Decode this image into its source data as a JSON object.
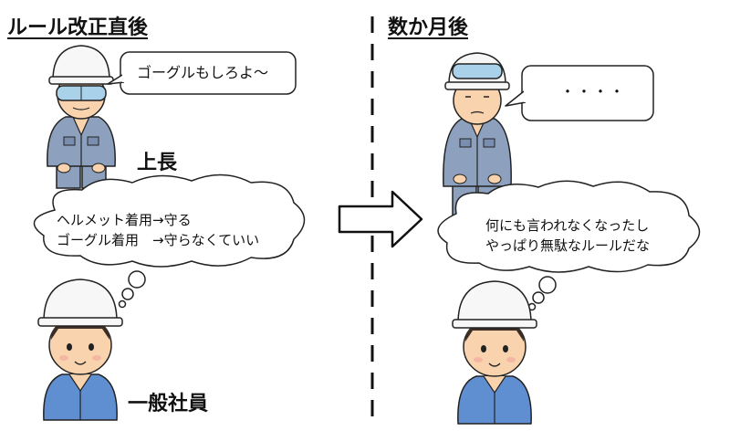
{
  "left": {
    "heading": "ルール改正直後",
    "boss_speech": "ゴーグルもしろよ〜",
    "boss_label": "上長",
    "thought": [
      "ヘルメット着用→守る",
      "ゴーグル着用　→守らなくていい"
    ],
    "worker_label": "一般社員"
  },
  "right": {
    "heading": "数か月後",
    "boss_speech": "・・・・",
    "thought": [
      "何にも言われなくなったし",
      "やっぱり無駄なルールだな"
    ]
  },
  "colors": {
    "uniform": "#8da1bf",
    "uniform_dark": "#6f84a4",
    "worker_uniform": "#5f8fd0",
    "helmet": "#f7f7f7",
    "goggle": "#a9d2ea",
    "skin": "#f8d3ae",
    "hair": "#3c2e24"
  }
}
